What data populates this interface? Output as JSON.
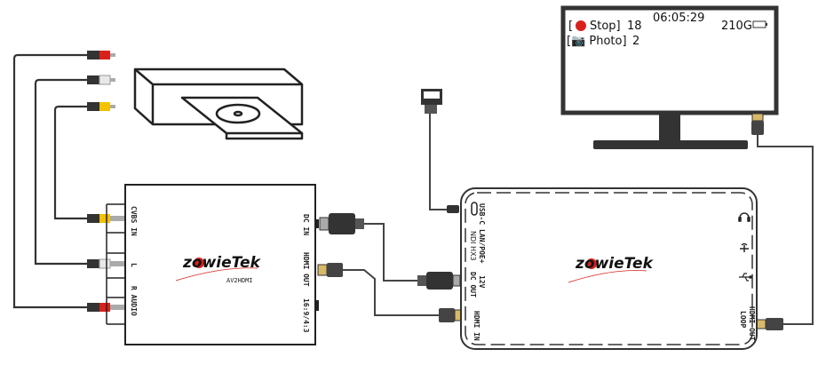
{
  "monitor": {
    "record_prefix": "[",
    "record_status": "Stop]",
    "record_count": "18",
    "time": "06:05:29",
    "storage": "210G",
    "photo_label": "[📷 Photo]",
    "photo_label_text": "Photo]",
    "photo_count": "2"
  },
  "converter": {
    "brand": "zowieTek",
    "model": "AV2HDMI",
    "ports_left": [
      "CVBS IN",
      "L",
      "R AUDIO"
    ],
    "ports_right": [
      "DC IN",
      "HDMI OUT",
      "16:9/4:3"
    ]
  },
  "encoder": {
    "brand": "zowieTek",
    "ports_left": [
      "USB-C",
      "NDI HX3",
      "LAN/POE+",
      "DC OUT",
      "12V",
      "HDMI IN"
    ],
    "ports_right": [
      "HDMI OUT",
      "LOOP"
    ]
  },
  "colors": {
    "brand_red": "#d9211c",
    "rca_yellow": "#f2c200",
    "rca_red": "#d9211c",
    "rca_white": "#e8e8e8",
    "cable": "#444444",
    "hdmi_gold": "#d8b96a"
  }
}
